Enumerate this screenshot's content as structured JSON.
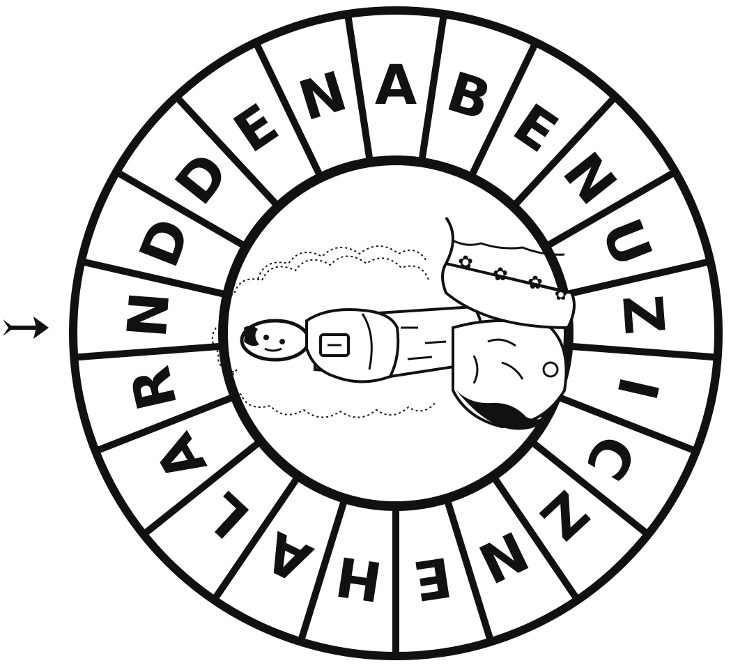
{
  "puzzle": {
    "letters": [
      "A",
      "B",
      "E",
      "N",
      "U",
      "Z",
      "I",
      "C",
      "Z",
      "N",
      "E",
      "H",
      "A",
      "L",
      "A",
      "R",
      "N",
      "D",
      "D",
      "E",
      "N"
    ],
    "start_marker": "arrow-pointer",
    "center_image": "sleeping-figure-on-rock-with-clouds-and-banner"
  },
  "colors": {
    "ink": "#111111",
    "paper": "#ffffff"
  }
}
